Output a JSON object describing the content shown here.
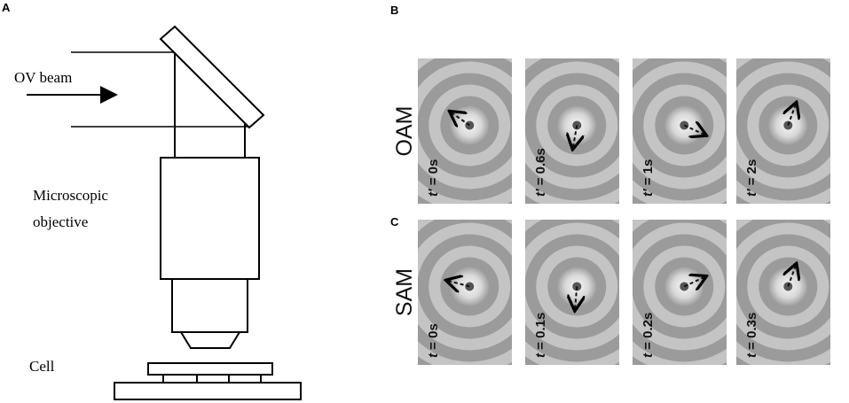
{
  "panels": {
    "a": {
      "letter": "A"
    },
    "b": {
      "letter": "B"
    },
    "c": {
      "letter": "C"
    }
  },
  "setup": {
    "beam_label": "OV beam",
    "objective_label_line1": "Microscopic",
    "objective_label_line2": "objective",
    "cell_label": "Cell"
  },
  "rows": [
    {
      "label": "OAM",
      "frames": [
        {
          "var": "t'",
          "value": "0s",
          "arrow_angle_deg": 215
        },
        {
          "var": "t'",
          "value": "0.6s",
          "arrow_angle_deg": 100
        },
        {
          "var": "t'",
          "value": "1s",
          "arrow_angle_deg": 25
        },
        {
          "var": "t'",
          "value": "2s",
          "arrow_angle_deg": 290
        }
      ]
    },
    {
      "label": "SAM",
      "frames": [
        {
          "var": "t",
          "value": "0s",
          "arrow_angle_deg": 195
        },
        {
          "var": "t",
          "value": "0.1s",
          "arrow_angle_deg": 95
        },
        {
          "var": "t",
          "value": "0.2s",
          "arrow_angle_deg": 335
        },
        {
          "var": "t",
          "value": "0.3s",
          "arrow_angle_deg": 290
        }
      ]
    }
  ],
  "colors": {
    "frame_bg": "#9e9e9e",
    "ring_light": "#e6e6e6",
    "ring_dark": "#7a7a7a"
  }
}
